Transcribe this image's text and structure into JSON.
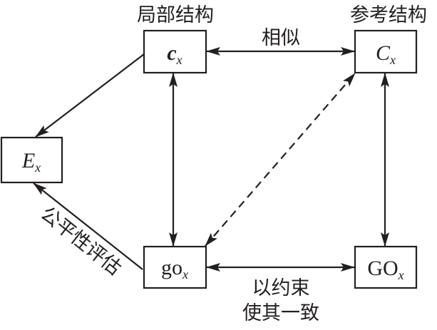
{
  "diagram": {
    "labels": {
      "local_structure": "局部结构",
      "reference_structure": "参考结构",
      "similar": "相似",
      "fairness_evaluation": "公平性评估",
      "constrain_line1": "以约束",
      "constrain_line2": "使其一致"
    },
    "nodes": {
      "cx": {
        "main": "c",
        "sub": "x"
      },
      "Cx": {
        "main": "C",
        "sub": "x"
      },
      "Ex": {
        "main": "E",
        "sub": "x"
      },
      "gox": {
        "main": "go",
        "sub": "x"
      },
      "GOx": {
        "main": "GO",
        "sub": "x"
      }
    },
    "edges": [
      {
        "from": "cx",
        "to": "Cx",
        "style": "solid",
        "arrows": "both",
        "label": "similar"
      },
      {
        "from": "cx",
        "to": "Ex",
        "style": "solid",
        "arrows": "end"
      },
      {
        "from": "gox",
        "to": "Ex",
        "style": "solid",
        "arrows": "end",
        "label": "fairness_evaluation"
      },
      {
        "from": "cx",
        "to": "gox",
        "style": "solid",
        "arrows": "both"
      },
      {
        "from": "Cx",
        "to": "GOx",
        "style": "solid",
        "arrows": "both"
      },
      {
        "from": "gox",
        "to": "Cx",
        "style": "dashed",
        "arrows": "both"
      },
      {
        "from": "gox",
        "to": "GOx",
        "style": "solid",
        "arrows": "both",
        "label": "constrain"
      }
    ],
    "colors": {
      "ink": "#231f20",
      "background": "#ffffff"
    }
  }
}
